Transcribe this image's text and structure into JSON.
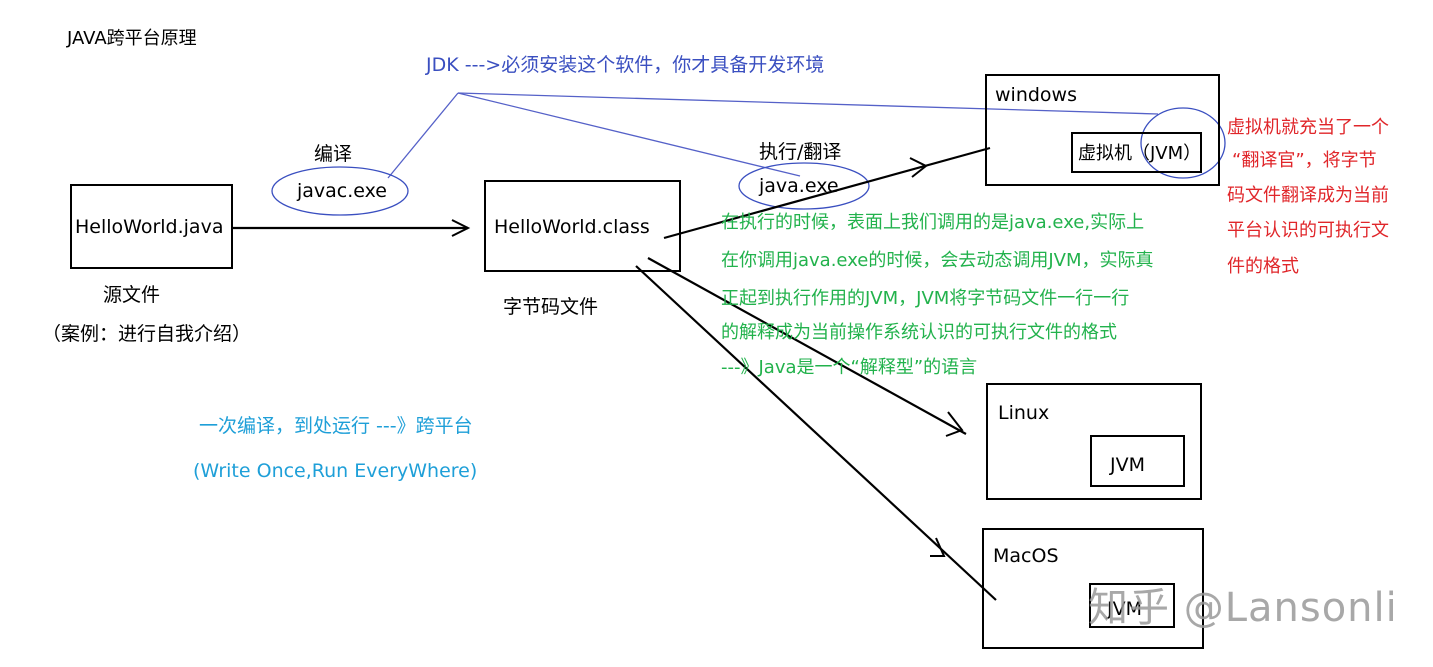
{
  "title": "JAVA跨平台原理",
  "jdk_note": "JDK --->必须安装这个软件，你才具备开发环境",
  "compile": {
    "label": "编译",
    "tool": "javac.exe"
  },
  "execute": {
    "label": "执行/翻译",
    "tool": "java.exe"
  },
  "source": {
    "box_label": "HelloWorld.java",
    "caption": "源文件",
    "example": "（案例：进行自我介绍）"
  },
  "bytecode": {
    "box_label": "HelloWorld.class",
    "caption": "字节码文件"
  },
  "explanation": [
    "在执行的时候，表面上我们调用的是java.exe,实际上",
    "在你调用java.exe的时候，会去动态调用JVM，实际真",
    "正起到执行作用的JVM，JVM将字节码文件一行一行",
    "的解释成为当前操作系统认识的可执行文件的格式",
    "---》Java是一个“解释型”的语言"
  ],
  "vm_note": [
    "虚拟机就充当了一个",
    "“翻译官”，将字节",
    "码文件翻译成为当前",
    "平台认识的可执行文",
    "件的格式"
  ],
  "platforms": {
    "windows": {
      "name": "windows",
      "vm_label": "虚拟机（JVM）"
    },
    "linux": {
      "name": "Linux",
      "vm_label": "JVM"
    },
    "macos": {
      "name": "MacOS",
      "vm_label": "JVM"
    }
  },
  "slogan": {
    "line1": "一次编译，到处运行 ---》跨平台",
    "line2": "(Write Once,Run EveryWhere)"
  },
  "watermark": "知乎 @Lansonli",
  "colors": {
    "jdk_blue": "#3a4fc0",
    "explanation_green": "#22b24c",
    "vm_note_red": "#e0262a",
    "slogan_cyan": "#1e9fd8",
    "ink": "#000000"
  }
}
